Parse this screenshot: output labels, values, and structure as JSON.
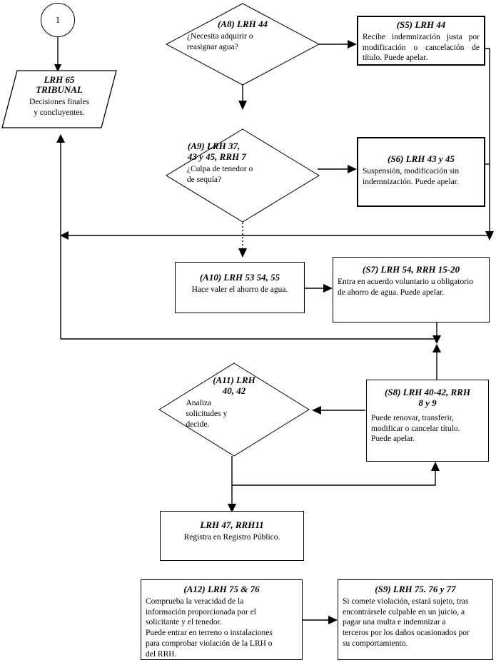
{
  "diagram": {
    "title": "Diagrama de flujo LRH / RRH",
    "language": "es",
    "stroke_color": "#000000",
    "background_color": "#ffffff"
  },
  "nodes": {
    "connector1": {
      "label": "1",
      "shape": "circle"
    },
    "tribunal": {
      "title": "LRH 65\nTRIBUNAL",
      "body": "Decisiones  finales\ny concluyentes.",
      "shape": "parallelogram"
    },
    "a8": {
      "title": "(A8)  LRH 44",
      "body": "¿Necesita adquirir o\nreasignar agua?",
      "shape": "diamond"
    },
    "s5": {
      "title": "(S5)   LRH 44",
      "body": "Recibe  indemnización  justa por modificación  o  cancelación  de título. Puede apelar.",
      "shape": "rect"
    },
    "a9": {
      "title": "(A9)   LRH 37,\n43 y 45, RRH 7",
      "body": "¿Culpa de tenedor o\nde sequía?",
      "shape": "diamond"
    },
    "s6": {
      "title": "(S6)   LRH 43 y 45",
      "body": "Suspensión, modificación sin\nindemnización. Puede apelar.",
      "shape": "rect"
    },
    "a10": {
      "title": "(A10)   LRH 53 54, 55",
      "body": "Hace valer el ahorro de agua.",
      "shape": "rect"
    },
    "s7": {
      "title": "(S7)   LRH 54, RRH 15-20",
      "body": "Entra en acuerdo voluntario u obligatorio\nde ahorro de agua. Puede apelar.",
      "shape": "rect"
    },
    "a11": {
      "title": "(A11)  LRH\n40, 42",
      "body": "Analiza\nsolicitudes y\ndecide.",
      "shape": "diamond"
    },
    "s8": {
      "title": "(S8)   LRH 40-42, RRH\n8 y 9",
      "body": "Puede renovar, transferir,\nmodificar o cancelar título.\nPuede apelar.",
      "shape": "rect"
    },
    "registro": {
      "title": "LRH 47, RRH11",
      "body": "Registra en Registro Público.",
      "shape": "rect"
    },
    "a12": {
      "title": "(A12)   LRH 75 & 76",
      "body": "Comprueba la veracidad de la\ninformación proporcionada por el\nsolicitante y el tenedor.\nPuede entrar en terreno o instalaciones\npara comprobar  violación de la LRH o\ndel RRH.",
      "shape": "rect"
    },
    "s9": {
      "title": "(S9)   LRH 75. 76 y 77",
      "body": "Si comete violación, estará sujeto, tras\nencontrársele culpable en un juicio, a\npagar una multa e indemnizar a\nterceros por los daños ocasionados por\nsu comportamiento.",
      "shape": "rect"
    }
  },
  "edges": [
    {
      "id": "e-connector-tribunal",
      "from": "connector1",
      "to": "tribunal",
      "style": "solid",
      "arrow": "down"
    },
    {
      "id": "e-a8-s5",
      "from": "a8",
      "to": "s5",
      "style": "solid",
      "arrow": "right"
    },
    {
      "id": "e-a8-a9",
      "from": "a8",
      "to": "a9",
      "style": "solid",
      "arrow": "down"
    },
    {
      "id": "e-a9-s6",
      "from": "a9",
      "to": "s6",
      "style": "solid",
      "arrow": "right"
    },
    {
      "id": "e-a9-a10",
      "from": "a9",
      "to": "a10",
      "style": "dotted",
      "arrow": "down"
    },
    {
      "id": "e-s5s6-return",
      "from": "s5",
      "to": "tribunal",
      "style": "solid",
      "arrow": "left"
    },
    {
      "id": "e-a10-s7",
      "from": "a10",
      "to": "s7",
      "style": "solid",
      "arrow": "right"
    },
    {
      "id": "e-s7-down",
      "from": "s7",
      "to": "junction",
      "style": "solid",
      "arrow": "down"
    },
    {
      "id": "e-junction-tribunal",
      "from": "junction",
      "to": "tribunal",
      "style": "solid",
      "arrow": "up"
    },
    {
      "id": "e-junction-s8",
      "from": "junction",
      "to": "s8",
      "style": "solid",
      "arrow": "up"
    },
    {
      "id": "e-s8-a11",
      "from": "s8",
      "to": "a11",
      "style": "solid",
      "arrow": "left"
    },
    {
      "id": "e-a11-registro",
      "from": "a11",
      "to": "registro",
      "style": "solid",
      "arrow": "down"
    },
    {
      "id": "e-a11-s8",
      "from": "a11",
      "to": "s8",
      "style": "solid",
      "arrow": "up"
    },
    {
      "id": "e-a12-s9",
      "from": "a12",
      "to": "s9",
      "style": "solid",
      "arrow": "right"
    }
  ]
}
